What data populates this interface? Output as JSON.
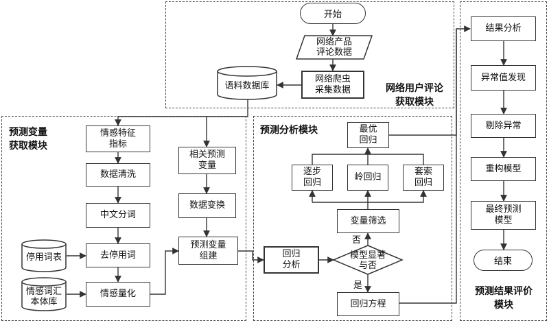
{
  "modules": {
    "network_comment": "网络用户评论\n获取模块",
    "predict_variable": "预测变量\n获取模块",
    "predict_analysis": "预测分析模块",
    "result_evaluation": "预测结果评价\n模块"
  },
  "nodes": {
    "start": "开始",
    "product_reviews": "网络产品\n评论数据",
    "crawler": "网络爬虫\n采集数据",
    "corpus_db": "语料数据库",
    "sentiment_feature": "情感特征\n指标",
    "data_cleaning": "数据清洗",
    "chinese_segmentation": "中文分词",
    "remove_stopwords": "去停用词",
    "sentiment_quantify": "情感量化",
    "stopword_list": "停用词表",
    "sentiment_lexicon": "情感词汇\n本体库",
    "related_predictors": "相关预测\n变量",
    "data_transform": "数据变换",
    "build_predictors": "预测变量\n组建",
    "regression_analysis": "回归\n分析",
    "model_significant": "模型显著\n与否",
    "variable_selection": "变量筛选",
    "stepwise": "逐步\n回归",
    "ridge": "岭回归",
    "lasso": "套索\n回归",
    "best_regression": "最优\n回归",
    "regression_equation": "回归方程",
    "result_analysis": "结果分析",
    "outlier_detection": "异常值发现",
    "remove_outliers": "剔除异常",
    "rebuild_model": "重构模型",
    "final_model": "最终预测\n模型",
    "end": "结束"
  },
  "edge_labels": {
    "no": "否",
    "yes": "是"
  }
}
